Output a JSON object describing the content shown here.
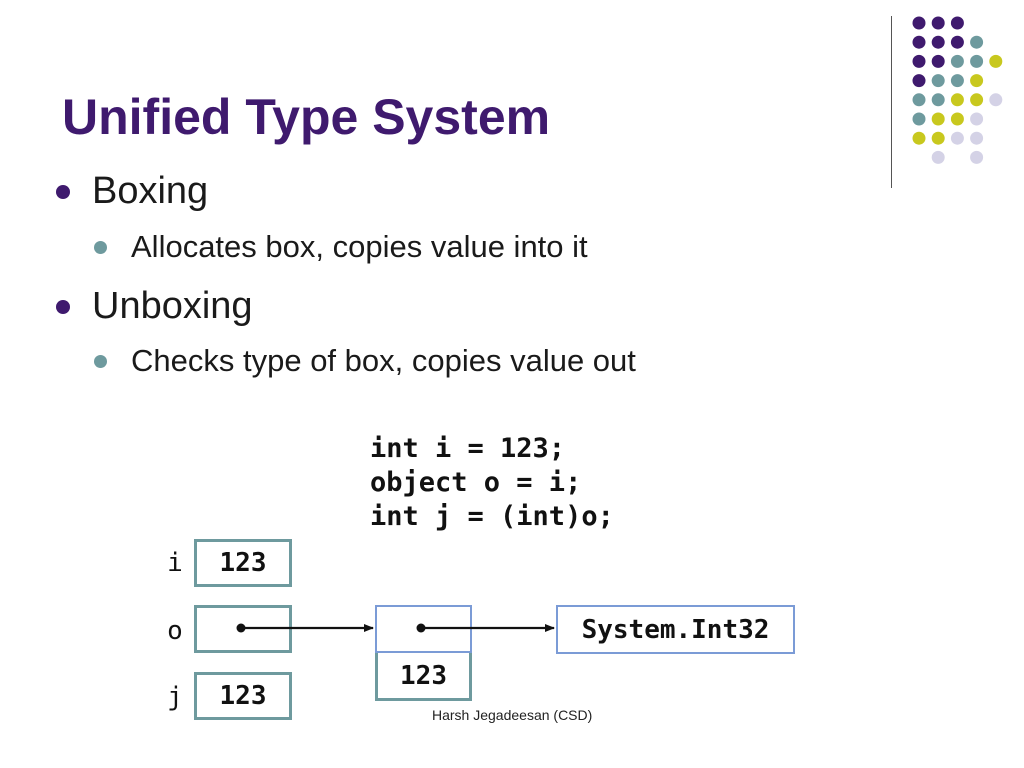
{
  "slide": {
    "title": "Unified Type System",
    "footer": "Harsh Jegadeesan (CSD)"
  },
  "bullets": [
    {
      "text": "Boxing",
      "sub": [
        "Allocates box, copies value into it"
      ]
    },
    {
      "text": "Unboxing",
      "sub": [
        "Checks type of box, copies value out"
      ]
    }
  ],
  "code": [
    "int i = 123;",
    "object o = i;",
    "int j = (int)o;"
  ],
  "diagram": {
    "variables": [
      {
        "name": "i",
        "value": "123"
      },
      {
        "name": "o",
        "value": ""
      },
      {
        "name": "j",
        "value": "123"
      }
    ],
    "boxed_value": "123",
    "type_label": "System.Int32"
  },
  "colors": {
    "title": "#3f1a6e",
    "bullet_level1": "#3f1a6e",
    "bullet_level2": "#6e9a9e",
    "stack_box_border": "#6e9a9e",
    "heap_box_border": "#7b9bd6",
    "dot_purple": "#3f1a6e",
    "dot_teal": "#6e9a9e",
    "dot_yellow": "#c8c81e",
    "dot_lavender": "#d4d2e6"
  },
  "decoration": {
    "dot_grid_rows": [
      [
        "purple",
        "purple",
        "purple",
        "",
        "",
        ""
      ],
      [
        "purple",
        "purple",
        "purple",
        "teal",
        "",
        ""
      ],
      [
        "purple",
        "purple",
        "teal",
        "teal",
        "yellow",
        ""
      ],
      [
        "purple",
        "teal",
        "teal",
        "yellow",
        "",
        ""
      ],
      [
        "teal",
        "teal",
        "yellow",
        "yellow",
        "lavender",
        ""
      ],
      [
        "teal",
        "yellow",
        "yellow",
        "lavender",
        "",
        ""
      ],
      [
        "yellow",
        "yellow",
        "lavender",
        "lavender",
        "",
        ""
      ],
      [
        "",
        "lavender",
        "",
        "lavender",
        "",
        ""
      ]
    ]
  }
}
